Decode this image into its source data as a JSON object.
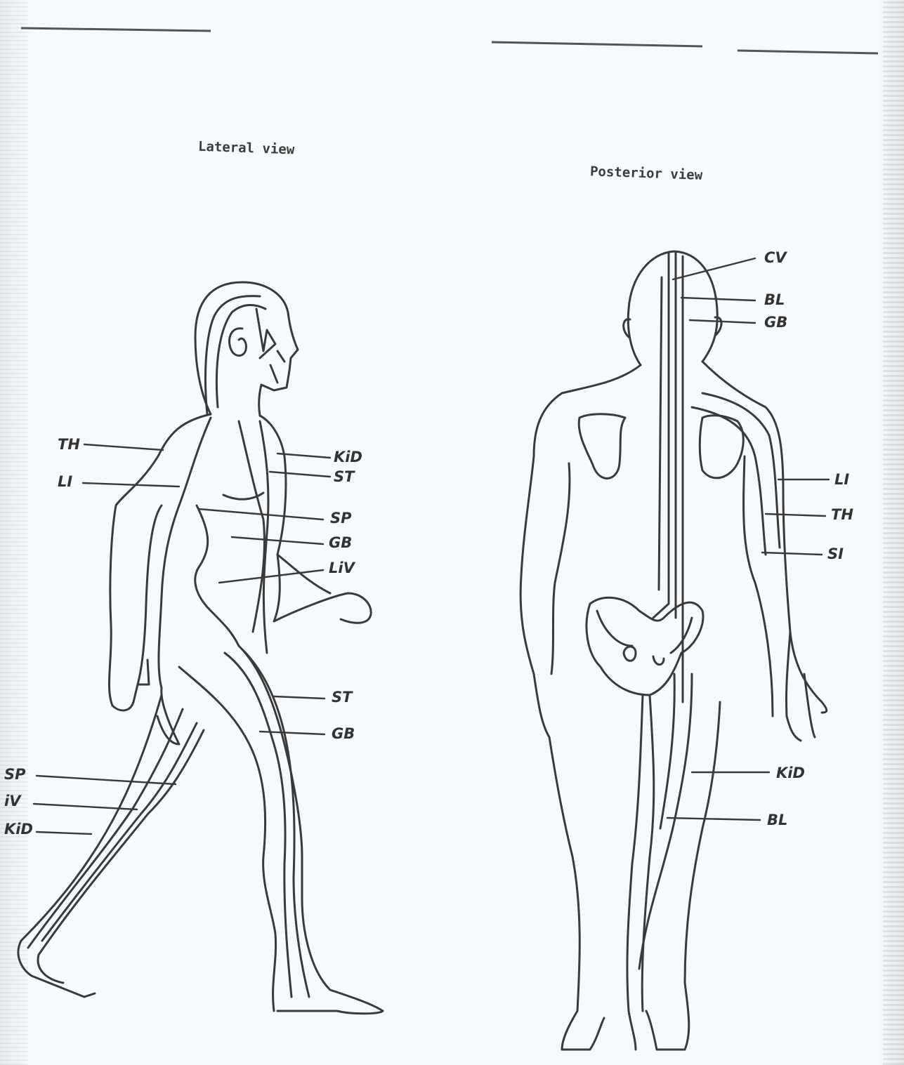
{
  "titles": {
    "lateral": "Lateral view",
    "posterior": "Posterior view"
  },
  "lateral_labels": {
    "th": "TH",
    "li": "LI",
    "kid": "KiD",
    "st_upper": "ST",
    "sp": "SP",
    "gb_upper": "GB",
    "liv": "LiV",
    "st_lower": "ST",
    "gb_lower": "GB",
    "sp_leg": "SP",
    "liv_leg": "iV",
    "kid_leg": "KiD"
  },
  "posterior_labels": {
    "cv": "CV",
    "bl_upper": "BL",
    "gb": "GB",
    "li": "LI",
    "th": "TH",
    "si": "SI",
    "kid": "KiD",
    "bl_lower": "BL"
  }
}
